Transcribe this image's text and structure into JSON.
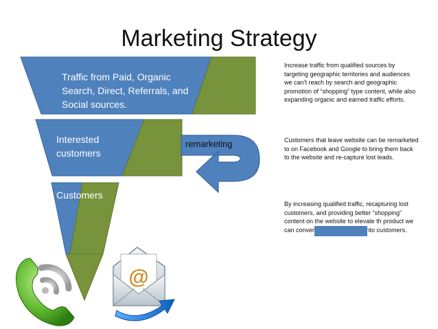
{
  "slide": {
    "title": "Marketing Strategy"
  },
  "funnel": {
    "stages": [
      {
        "label": "Traffic from Paid, Organic Search, Direct, Referrals, and Social sources."
      },
      {
        "label": "Interested customers"
      },
      {
        "label": "Customers"
      }
    ],
    "remarketing_label": "remarketing"
  },
  "descriptions": [
    "Increase traffic from qualified sources by targeting geographic territories and audiences we can’t reach by search and geographic promotion of “shopping” type content, while also expanding organic and earned traffic efforts.",
    "Customers that leave website can be remarketed to on Facebook and Google to bring them back to the website and re-capture lost leads.",
    "By increasing qualified traffic, recapturing lost customers, and providing better “shopping” content on the website to elevate th                    product we can convert more “shoppers” into customers."
  ],
  "colors": {
    "blue": "#4f81bd",
    "green": "#77933c",
    "title_text": "#111111"
  },
  "icons": [
    "phone-icon",
    "email-icon"
  ]
}
